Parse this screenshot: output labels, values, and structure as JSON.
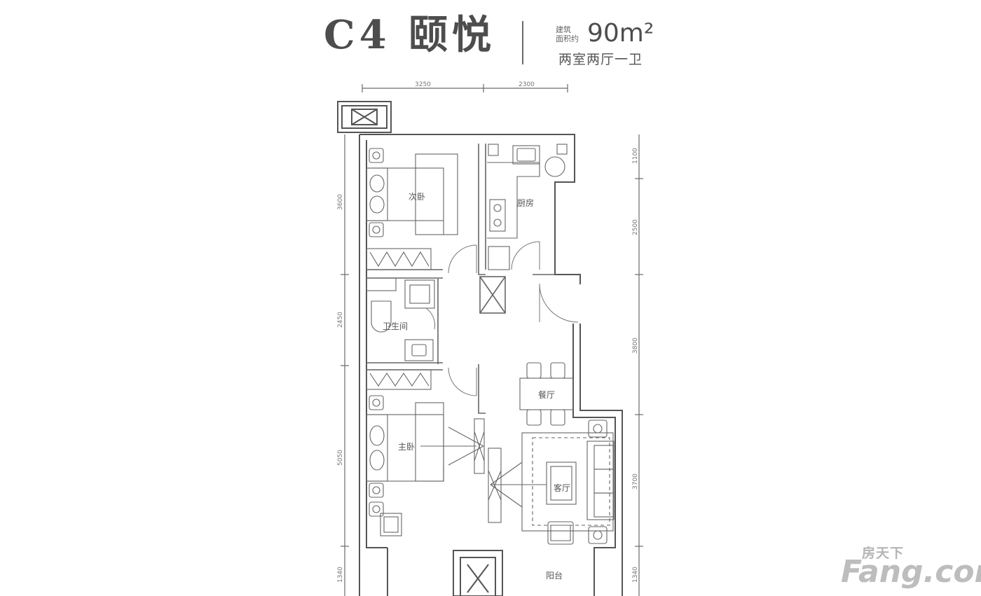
{
  "header": {
    "model": "C4 颐悦",
    "area_tag_line1": "建筑",
    "area_tag_line2": "面积约",
    "area_value": "90m²",
    "layout_type": "两室两厅一卫"
  },
  "rooms": {
    "second_bedroom": "次卧",
    "kitchen": "厨房",
    "bathroom": "卫生间",
    "dining": "餐厅",
    "master_bedroom": "主卧",
    "living": "客厅",
    "balcony": "阳台"
  },
  "dimensions": {
    "top": [
      "3250",
      "2300"
    ],
    "left": [
      "3600",
      "2450",
      "5050",
      "1340"
    ],
    "right": [
      "1100",
      "2500",
      "3800",
      "3700",
      "1340"
    ]
  },
  "watermark": {
    "brand_cn": "房天下",
    "brand_en": "Fang.com"
  }
}
